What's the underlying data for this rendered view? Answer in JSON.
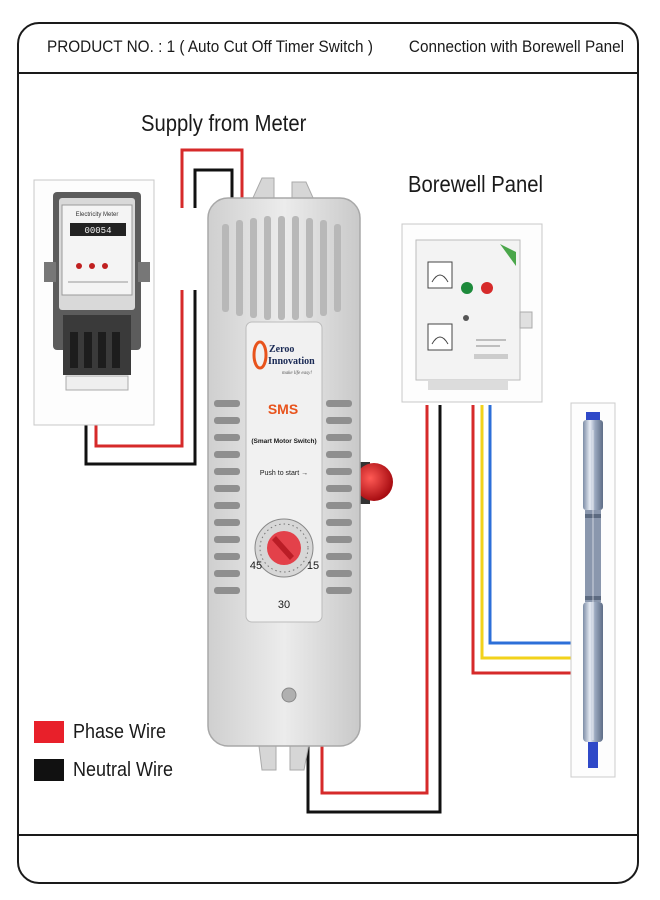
{
  "header": {
    "product_title": "PRODUCT NO. : 1 ( Auto Cut Off Timer Switch )",
    "connection_title": "Connection with Borewell Panel"
  },
  "labels": {
    "supply": "Supply from Meter",
    "borewell_panel": "Borewell Panel"
  },
  "device": {
    "brand_line1": "Zeroo",
    "brand_line2": "Innovation",
    "tagline": "make life easy!",
    "model": "SMS",
    "model_full": "(Smart Motor Switch)",
    "push_label": "Push to start →",
    "dial_marks": [
      "45",
      "15",
      "30"
    ]
  },
  "meter": {
    "title": "Electricity Meter",
    "reading": "00054"
  },
  "legend": [
    {
      "label": "Phase Wire",
      "color": "#e8202a"
    },
    {
      "label": "Neutral Wire",
      "color": "#111111"
    }
  ],
  "colors": {
    "phase": "#d62a2a",
    "neutral": "#111111",
    "yellow": "#f2d21b",
    "blue": "#2d6fd8",
    "device_body": "#e4e4e4",
    "brand_orange": "#e8531c"
  }
}
